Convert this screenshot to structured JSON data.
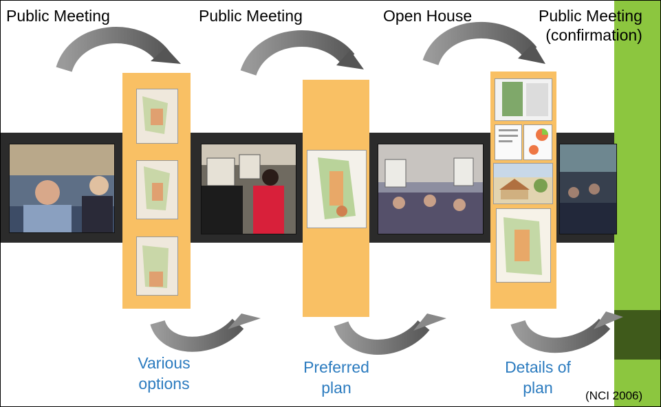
{
  "top_labels": {
    "meeting1": "Public Meeting",
    "meeting2": "Public Meeting",
    "open_house": "Open House",
    "meeting3_line1": "Public Meeting",
    "meeting3_line2": "(confirmation)"
  },
  "bottom_labels": {
    "options_line1": "Various",
    "options_line2": "options",
    "preferred_line1": "Preferred",
    "preferred_line2": "plan",
    "details_line1": "Details of",
    "details_line2": "plan"
  },
  "citation": "(NCI 2006)",
  "colors": {
    "accent_blue": "#2b7bbf",
    "column_orange": "#f9c064",
    "side_green": "#8cc63f",
    "side_green_dark": "#3f5a1b",
    "arrow_gray": "#6b6b6b"
  }
}
